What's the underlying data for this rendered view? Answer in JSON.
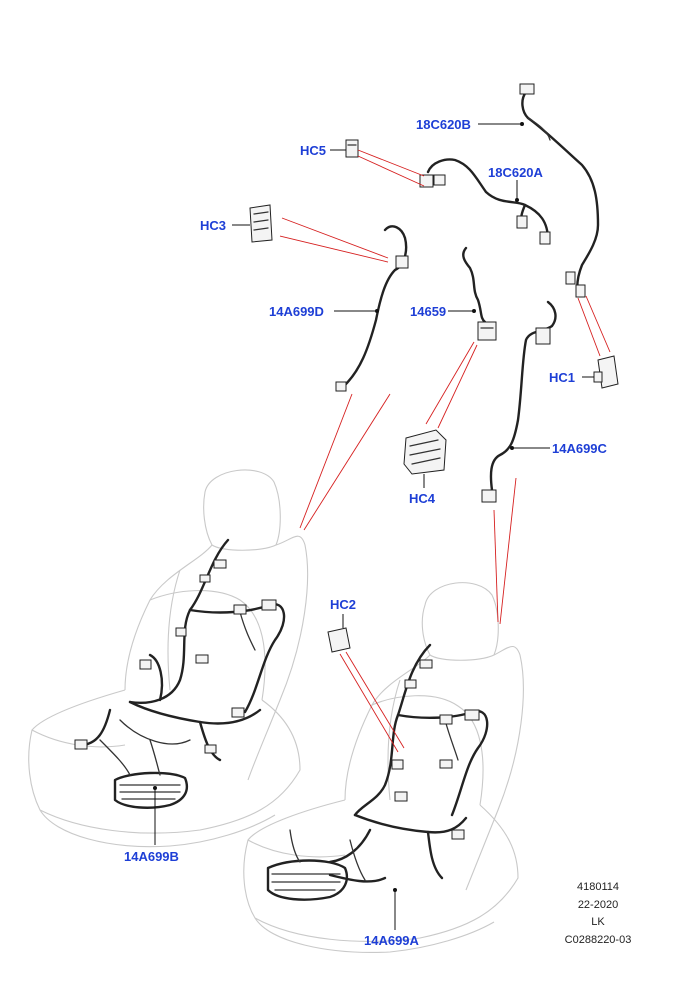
{
  "labels": {
    "c18C620B": "18C620B",
    "hc5": "HC5",
    "c18C620A": "18C620A",
    "hc3": "HC3",
    "c14A699D": "14A699D",
    "c14659": "14659",
    "hc1": "HC1",
    "hc4": "HC4",
    "c14A699C": "14A699C",
    "hc2": "HC2",
    "c14A699B": "14A699B",
    "c14A699A": "14A699A"
  },
  "info": {
    "line1": "4180114",
    "line2": "22-2020",
    "line3": "LK",
    "line4": "C0288220-03"
  },
  "colors": {
    "callout": "#1e3fd6",
    "reference_line": "#d62020",
    "harness": "#222222",
    "seat_outline": "#c9c9c9"
  }
}
